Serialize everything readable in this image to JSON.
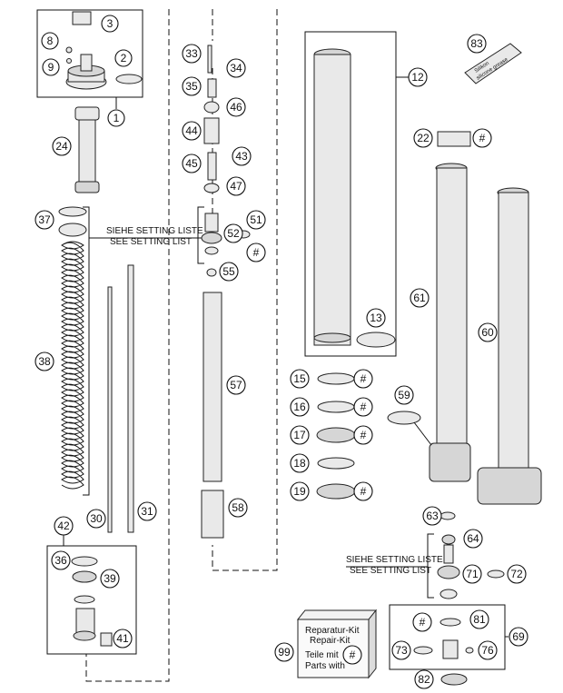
{
  "callouts": {
    "c1": "1",
    "c2": "2",
    "c3": "3",
    "c8": "8",
    "c9": "9",
    "c12": "12",
    "c13": "13",
    "c15": "15",
    "c16": "16",
    "c17": "17",
    "c18": "18",
    "c19": "19",
    "c22": "22",
    "c24": "24",
    "c30": "30",
    "c31": "31",
    "c33": "33",
    "c34": "34",
    "c35": "35",
    "c36": "36",
    "c37": "37",
    "c38": "38",
    "c39": "39",
    "c41": "41",
    "c42": "42",
    "c43": "43",
    "c44": "44",
    "c45": "45",
    "c46": "46",
    "c47": "47",
    "c51": "51",
    "c52": "52",
    "c55": "55",
    "c57": "57",
    "c58": "58",
    "c59": "59",
    "c60": "60",
    "c61": "61",
    "c63": "63",
    "c64": "64",
    "c69": "69",
    "c71": "71",
    "c72": "72",
    "c73": "73",
    "c76": "76",
    "c81": "81",
    "c82": "82",
    "c83": "83",
    "c99": "99",
    "hash": "#"
  },
  "texts": {
    "setting_de": "SIEHE SETTING LISTE",
    "setting_en": "SEE SETTING LIST",
    "kit_de": "Reparatur-Kit",
    "kit_en": "Repair-Kit",
    "teile_mit": "Teile mit",
    "parts_with": "Parts with",
    "tube_line1": "Silikon",
    "tube_line2": "silicone grease"
  }
}
